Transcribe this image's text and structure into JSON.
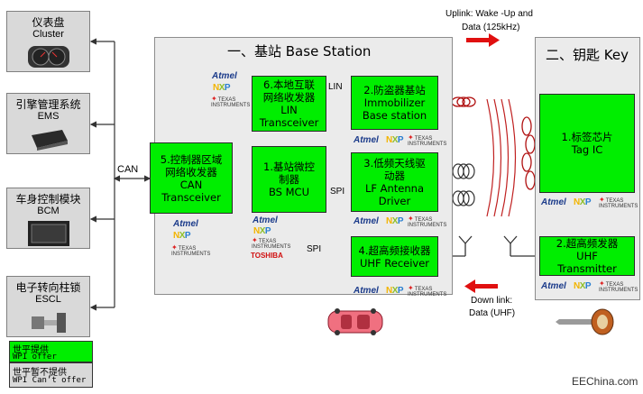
{
  "ecus": [
    {
      "zh": "仪表盘",
      "en": "Cluster",
      "icon": "dashboard-icon"
    },
    {
      "zh": "引擎管理系统",
      "en": "EMS",
      "icon": "ems-module-icon"
    },
    {
      "zh": "车身控制模块",
      "en": "BCM",
      "icon": "bcm-module-icon"
    },
    {
      "zh": "电子转向柱锁",
      "en": "ESCL",
      "icon": "steering-lock-icon"
    }
  ],
  "bus_label": "CAN",
  "base_station": {
    "title": "一、基站 Base Station",
    "blocks": {
      "can": [
        "5.控制器区域",
        "网络收发器",
        "CAN",
        "Transceiver"
      ],
      "lin": [
        "6.本地互联",
        "网络收发器",
        "LIN",
        "Transceiver"
      ],
      "mcu": [
        "1.基站微控",
        "制器",
        "BS MCU"
      ],
      "immo": [
        "2.防盗器基站",
        "Immobilizer",
        "Base station"
      ],
      "lf": [
        "3.低频天线驱",
        "动器",
        "LF Antenna",
        "Driver"
      ],
      "uhf": [
        "4.超高频接收器",
        "UHF Receiver"
      ]
    },
    "link_lin": "LIN",
    "link_spi_1": "SPI",
    "link_spi_2": "SPI"
  },
  "key": {
    "title": "二、钥匙 Key",
    "tag": [
      "1.标签芯片",
      "Tag IC"
    ],
    "uhf_tx": [
      "2.超高频发器",
      "UHF",
      "Transmitter"
    ]
  },
  "uplink": {
    "line1": "Uplink: Wake -Up and",
    "line2": "Data (125kHz)"
  },
  "downlink": {
    "line1": "Down link:",
    "line2": "Data (UHF)"
  },
  "logos": {
    "atmel": "Atmel",
    "nxp": "NXP",
    "ti": "TEXAS INSTRUMENTS",
    "toshiba": "TOSHIBA"
  },
  "legend": {
    "offer_zh": "世平提供",
    "offer_en": "WPI offer",
    "not_zh": "世平暂不提供",
    "not_en": "WPI Can’t offer"
  },
  "watermark": "EEChina.com",
  "colors": {
    "supplied": "#00ee00",
    "not_supplied": "#d9d9d9",
    "arrow": "#e01010"
  }
}
